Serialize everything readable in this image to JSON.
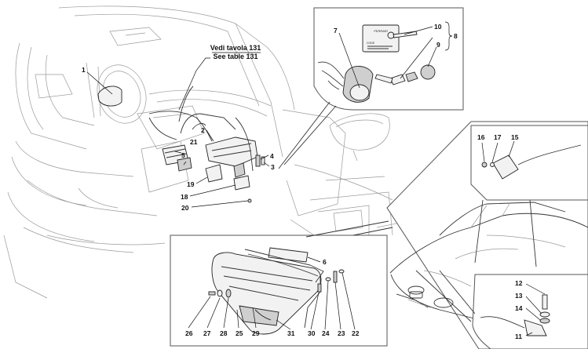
{
  "reference_note": {
    "line1": "Vedi tavola 131",
    "line2": "See table 131"
  },
  "card": {
    "brand": "FERRARI",
    "code_label": "CODE"
  },
  "labels": {
    "p1": "1",
    "p2": "2",
    "p3": "3",
    "p4": "4",
    "p5": "5",
    "p6": "6",
    "p7": "7",
    "p8": "8",
    "p9": "9",
    "p10": "10",
    "p11": "11",
    "p12": "12",
    "p13": "13",
    "p14": "14",
    "p15": "15",
    "p16": "16",
    "p17": "17",
    "p18": "18",
    "p19": "19",
    "p20": "20",
    "p21": "21",
    "p22": "22",
    "p23": "23",
    "p24": "24",
    "p25": "25",
    "p26": "26",
    "p27": "27",
    "p28": "28",
    "p29": "29",
    "p30": "30",
    "p31": "31"
  }
}
